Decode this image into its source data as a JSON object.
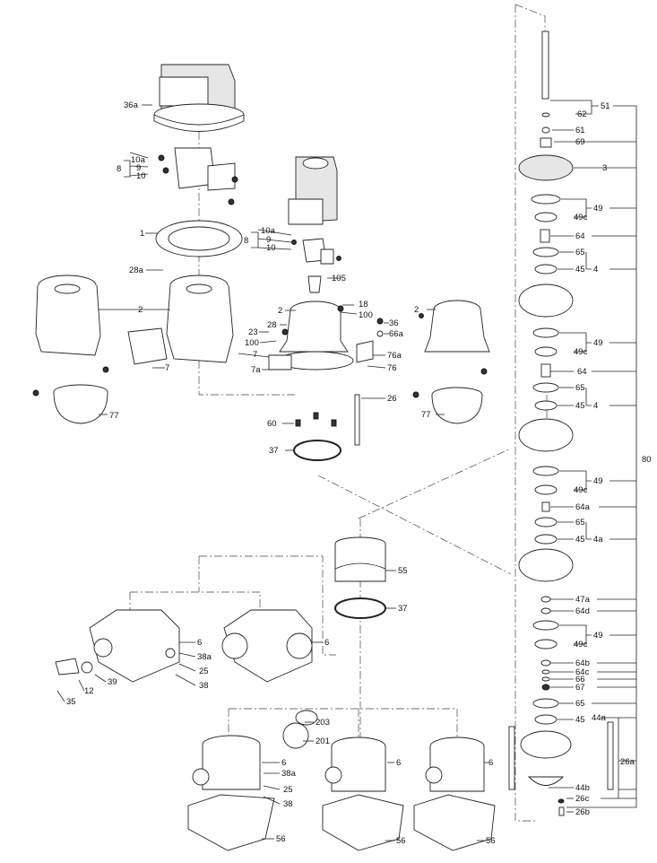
{
  "labels": {
    "l36a": "36a",
    "l8a": "8",
    "l10a_a": "10a",
    "l9a": "9",
    "l10_a": "10",
    "l1": "1",
    "l28a": "28a",
    "l2a": "2",
    "l7a": "7",
    "l77a": "77",
    "l8b": "8",
    "l10a_b": "10a",
    "l9b": "9",
    "l10_b": "10",
    "l105": "105",
    "l2b": "2",
    "l18": "18",
    "l100a": "100",
    "l28": "28",
    "l23": "23",
    "l100b": "100",
    "l36": "36",
    "l66a": "66a",
    "l7b": "7",
    "l7a_sub": "7a",
    "l76a": "76a",
    "l76": "76",
    "l26": "26",
    "l60": "60",
    "l37a": "37",
    "l2c": "2",
    "l77b": "77",
    "l51": "51",
    "l62": "62",
    "l61": "61",
    "l69": "69",
    "l3": "3",
    "l49a": "49",
    "l49c_a": "49c",
    "l64a_top": "64",
    "l65a": "65",
    "l45a": "45",
    "l4a": "4",
    "l49b": "49",
    "l49c_b": "49c",
    "l64b_mid": "64",
    "l65b": "65",
    "l45b": "45",
    "l4b": "4",
    "l80": "80",
    "l49c": "49",
    "l49c_c": "49c",
    "l64a_x": "64a",
    "l65c": "65",
    "l45c": "45",
    "l4a_x": "4a",
    "l47a": "47a",
    "l64d": "64d",
    "l49d": "49",
    "l49c_d": "49c",
    "l64b": "64b",
    "l64c": "64c",
    "l66": "66",
    "l67": "67",
    "l65d": "65",
    "l45d": "45",
    "l44a": "44a",
    "l26a": "26a",
    "l44b": "44b",
    "l26c": "26c",
    "l26b": "26b",
    "l55": "55",
    "l37b": "37",
    "l6a": "6",
    "l38a_a": "38a",
    "l25a": "25",
    "l38_a": "38",
    "l39": "39",
    "l12": "12",
    "l35": "35",
    "l6b": "6",
    "l203": "203",
    "l201": "201",
    "l6c": "6",
    "l38a_b": "38a",
    "l25b": "25",
    "l38_b": "38",
    "l56a": "56",
    "l6d": "6",
    "l56b": "56",
    "l6e": "6",
    "l56c": "56"
  },
  "colors": {
    "line": "#222222",
    "fill": "#ffffff",
    "shade": "#e6e6e6"
  }
}
